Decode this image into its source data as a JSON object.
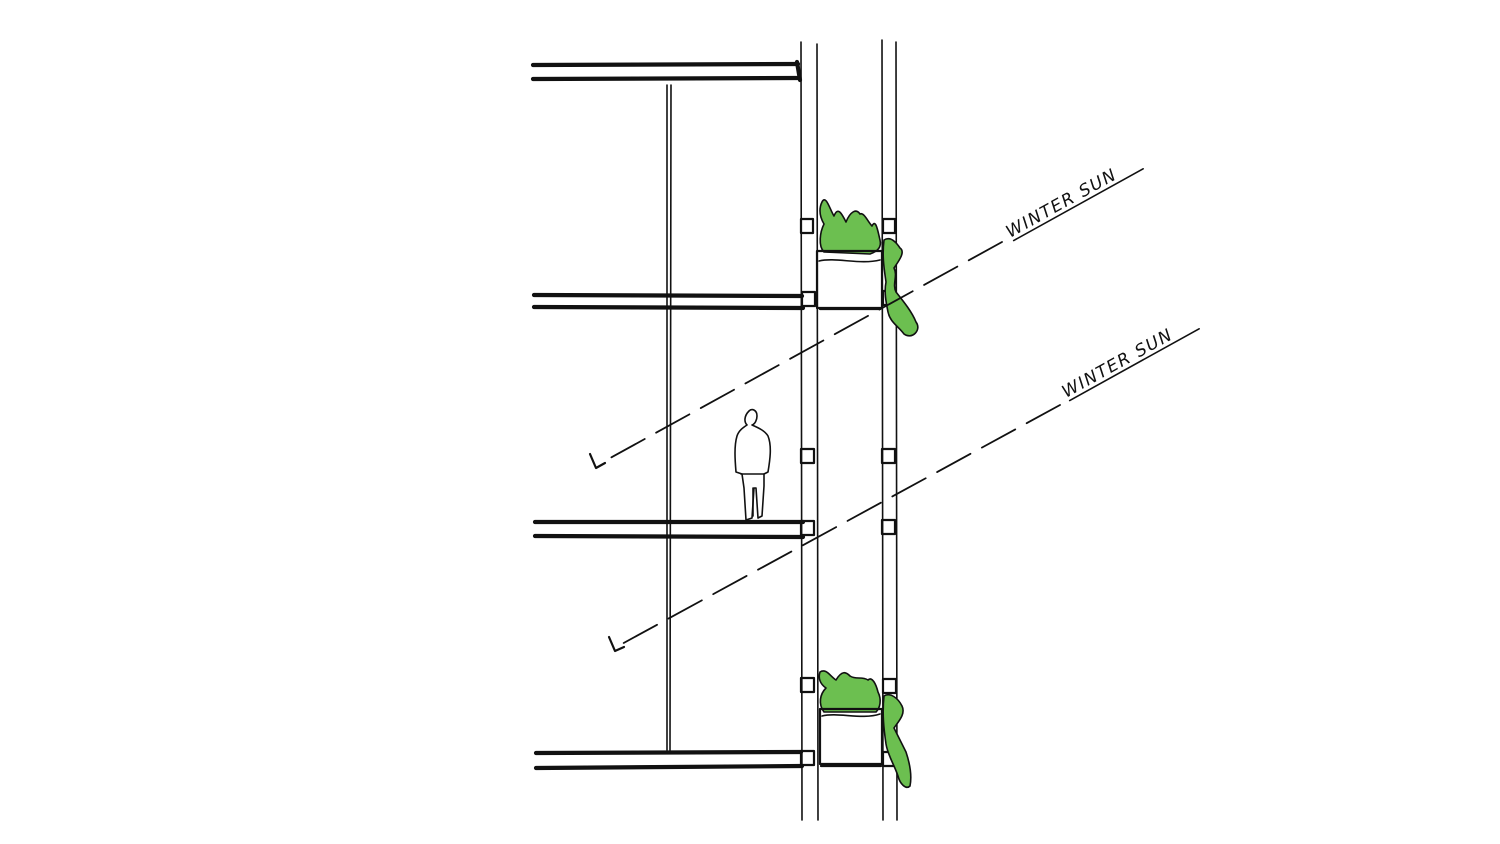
{
  "annotations": [
    {
      "text": "WINTER SUN"
    },
    {
      "text": "WINTER SUN"
    }
  ],
  "colors": {
    "ink": "#111111",
    "planter_green": "#6cbf50",
    "foliage_green": "#6cbf50",
    "background": "#ffffff"
  },
  "elements": {
    "floors": 4,
    "planters": 2,
    "figures": 1,
    "sun_ray_arrows": 2
  }
}
